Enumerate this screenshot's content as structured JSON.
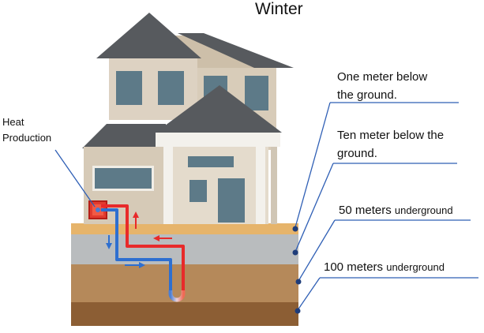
{
  "title": "Winter",
  "heat_label_line1": "Heat",
  "heat_label_line2": "Production",
  "layers": [
    {
      "main": "One meter below",
      "main2": "the ground.",
      "suffix": ""
    },
    {
      "main": "Ten meter below the",
      "main2": "ground.",
      "suffix": ""
    },
    {
      "main": "50 meters",
      "main2": "",
      "suffix": "underground"
    },
    {
      "main": "100 meters",
      "main2": "",
      "suffix": "underground"
    }
  ],
  "colors": {
    "soil_top": "#e6b46b",
    "soil_grey": "#b9bcbe",
    "soil_mid": "#b5895a",
    "soil_deep": "#8c5e34",
    "hot_pipe": "#e82a2a",
    "cold_pipe": "#2e6fd0",
    "leader_line": "#2f5fb5",
    "house_wall": "#d9cfbf",
    "roof": "#5a5d61",
    "window": "#5d7a88"
  },
  "icons": [
    "heat-pump-icon",
    "flow-arrow-icon"
  ]
}
